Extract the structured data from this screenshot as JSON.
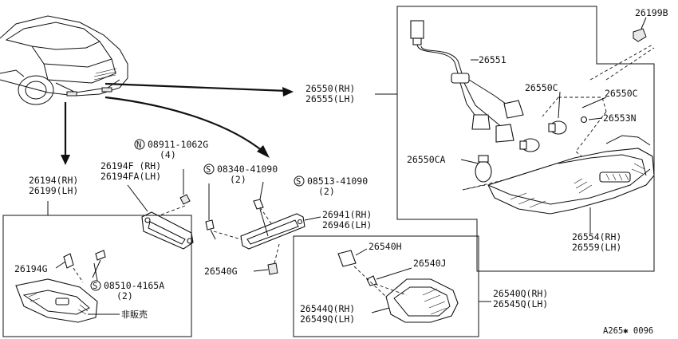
{
  "diagram": {
    "figure_code": "A265✱ 0096",
    "labels": {
      "p26199B": "26199B",
      "p26551": "26551",
      "p26550C_a": "26550C",
      "p26550C_b": "26550C",
      "p26553N": "26553N",
      "p26550CA": "26550CA",
      "p26550RH": "26550(RH)",
      "p26555LH": "26555(LH)",
      "p26554RH": "26554(RH)",
      "p26559LH": "26559(LH)",
      "p08911": "08911-1062G",
      "p08911_qty": "(4)",
      "p26194F": "26194F  (RH)",
      "p26194FA": "26194FA(LH)",
      "p08340": "08340-41090",
      "p08340_qty": "(2)",
      "p08513": "08513-41090",
      "p08513_qty": "(2)",
      "p26194RH": "26194(RH)",
      "p26199LH": "26199(LH)",
      "p26941RH": "26941(RH)",
      "p26946LH": "26946(LH)",
      "p26194G": "26194G",
      "p08510": "08510-4165A",
      "p08510_qty": "(2)",
      "p26540G": "26540G",
      "p26540H": "26540H",
      "p26540J": "26540J",
      "p26540QRH": "26540Q(RH)",
      "p26545QLH": "26545Q(LH)",
      "p26544QRH": "26544Q(RH)",
      "p26549QLH": "26549Q(LH)",
      "not_for_sale": "非販売"
    },
    "symbols": {
      "nut_symbol": "N",
      "screw_symbol_a": "S",
      "screw_symbol_b": "S",
      "screw_symbol_c": "S"
    }
  }
}
